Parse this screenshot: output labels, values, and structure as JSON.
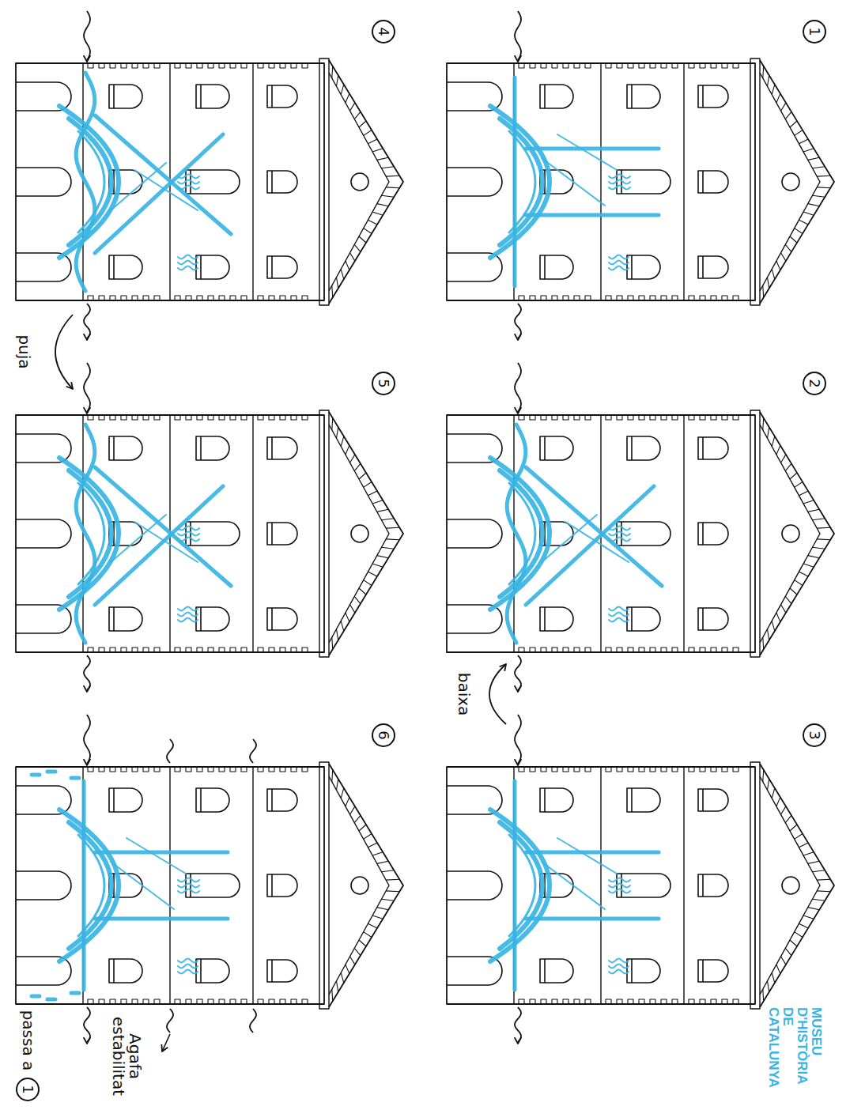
{
  "diagram": {
    "nodes": [
      {
        "text": [
          "1"
        ]
      },
      {
        "text": [
          "2"
        ]
      },
      {
        "text": [
          "3"
        ]
      },
      {
        "text": [
          "4"
        ]
      },
      {
        "text": [
          "5"
        ]
      },
      {
        "text": [
          "6"
        ]
      },
      {
        "text": [
          "1"
        ]
      }
    ],
    "labels": [
      "baixa",
      "puja",
      "Agafa estabilitat",
      "passa a",
      "MUSEU D'HISTÒRIA DE CATALUNYA"
    ]
  }
}
